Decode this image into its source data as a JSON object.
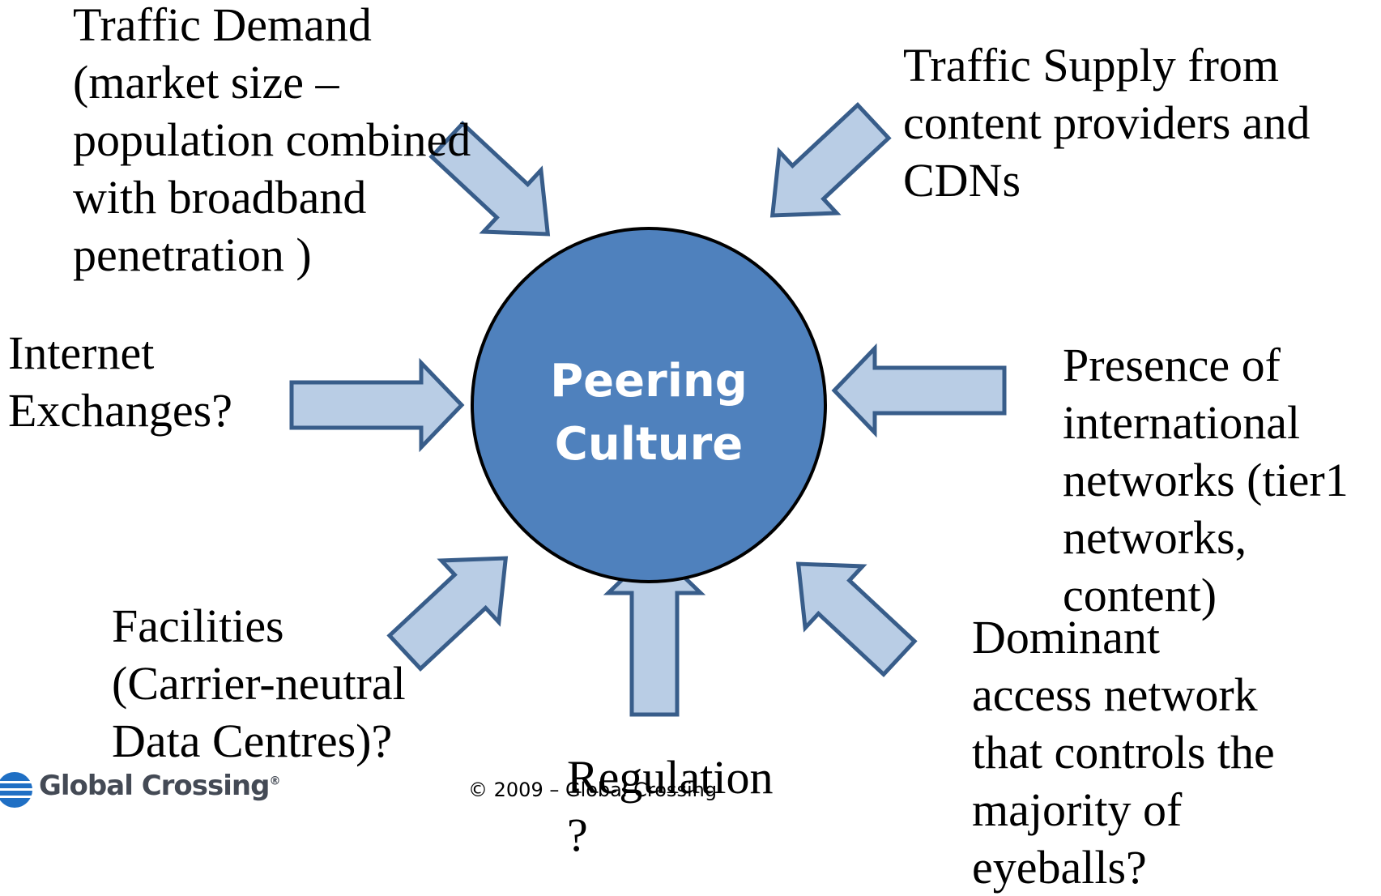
{
  "center": {
    "lines": [
      "Peering",
      "Culture"
    ]
  },
  "labels": {
    "traffic_demand": [
      "Traffic Demand",
      "(market size –",
      "population combined",
      "with broadband",
      "penetration )"
    ],
    "traffic_supply": [
      "Traffic Supply from",
      "content providers and",
      "CDNs"
    ],
    "internet_exchanges": [
      "Internet",
      "Exchanges?"
    ],
    "presence_international": [
      "Presence of",
      "international",
      "networks (tier1",
      "networks,",
      "content)"
    ],
    "facilities": [
      "Facilities",
      "(Carrier-neutral",
      "Data Centres)?"
    ],
    "regulation": [
      "Regulation",
      "?"
    ],
    "dominant_access": [
      "Dominant",
      "access network",
      "that controls the",
      "majority of",
      "eyeballs?"
    ]
  },
  "footer": {
    "copyright": "© 2009 – Global Crossing",
    "logo_text": "Global Crossing",
    "logo_mark": "®"
  },
  "colors": {
    "circle_fill": "#4f81bd",
    "circle_stroke": "#000000",
    "arrow_fill": "#b9cde5",
    "arrow_stroke": "#385d8a",
    "logo_blue": "#1f6fc4"
  }
}
